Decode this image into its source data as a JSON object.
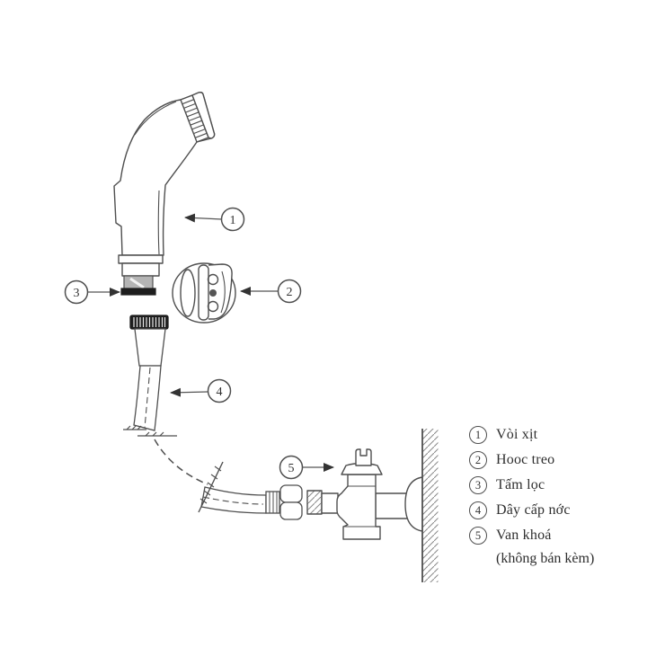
{
  "colors": {
    "background": "#ffffff",
    "line": "#4f4f4f",
    "arrow": "#333333",
    "filter_gray": "#b4b4b4",
    "knurl_black": "#1e1e1e",
    "text": "#2e2e2e"
  },
  "callouts": [
    {
      "number": "1"
    },
    {
      "number": "2"
    },
    {
      "number": "3"
    },
    {
      "number": "4"
    },
    {
      "number": "5"
    }
  ],
  "legend": {
    "items": [
      {
        "number": "1",
        "label": "Vòi xịt"
      },
      {
        "number": "2",
        "label": "Hooc treo"
      },
      {
        "number": "3",
        "label": "Tấm lọc"
      },
      {
        "number": "4",
        "label": "Dây cấp nớc"
      },
      {
        "number": "5",
        "label": "Van khoá",
        "note": "(không bán kèm)"
      }
    ]
  }
}
